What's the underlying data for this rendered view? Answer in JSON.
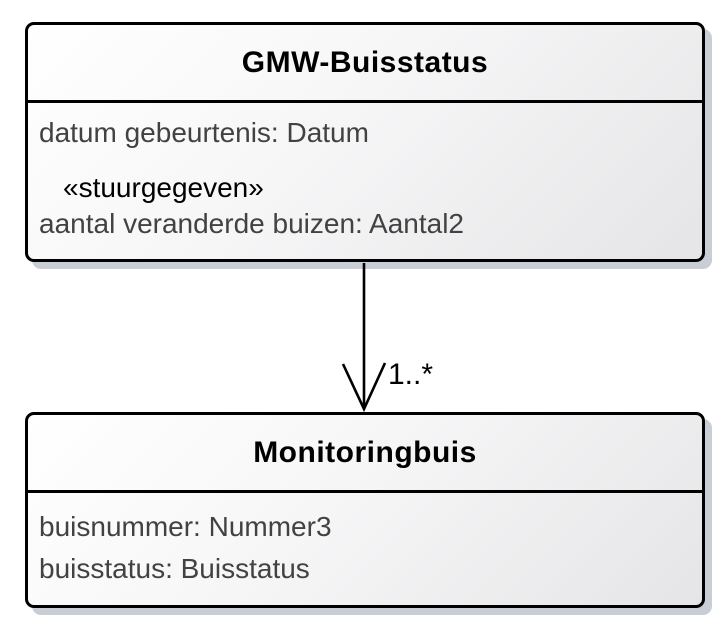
{
  "diagram_type": "uml-class-diagram",
  "colors": {
    "box_border": "#000000",
    "box_fill_start": "#ffffff",
    "box_fill_end": "#e5e5e7",
    "shadow": "#c9cdd5",
    "title_text": "#000000",
    "attr_text": "#424242",
    "stereotype_text": "#000000",
    "line_color": "#000000"
  },
  "top_class": {
    "title": "GMW-Buisstatus",
    "lines": [
      {
        "kind": "attribute",
        "text": "datum gebeurtenis: Datum"
      },
      {
        "kind": "stereotype",
        "text": "«stuurgegeven»"
      },
      {
        "kind": "attribute",
        "text": "aantal veranderde buizen: Aantal2"
      }
    ]
  },
  "bottom_class": {
    "title": "Monitoringbuis",
    "attributes": [
      "buisnummer: Nummer3",
      "buisstatus: Buisstatus"
    ]
  },
  "association": {
    "type": "directed-association",
    "from": "GMW-Buisstatus",
    "to": "Monitoringbuis",
    "multiplicity": "1..*"
  }
}
